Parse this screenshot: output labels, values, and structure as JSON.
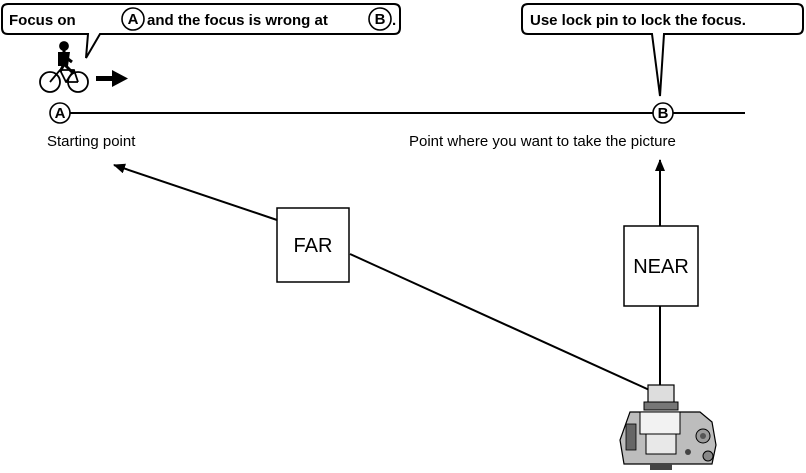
{
  "callout_left": {
    "prefix": "Focus on",
    "letter_a": "A",
    "middle": "and the focus is wrong at",
    "letter_b": "B",
    "suffix": "."
  },
  "callout_right": {
    "text": "Use lock pin to lock the focus."
  },
  "points": {
    "a": {
      "letter": "A",
      "label": "Starting point"
    },
    "b": {
      "letter": "B",
      "label": "Point where you want to take the picture"
    }
  },
  "boxes": {
    "far": "FAR",
    "near": "NEAR"
  },
  "icons": [
    "bicycle-rider-icon",
    "right-arrow-icon",
    "camera-icon"
  ]
}
